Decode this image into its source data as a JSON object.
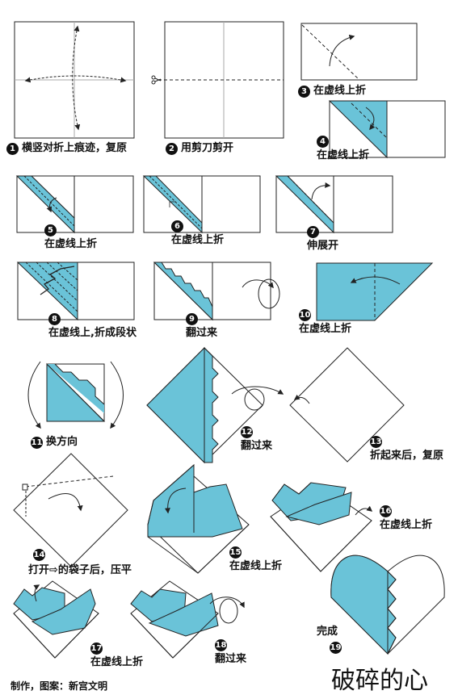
{
  "colors": {
    "paper_blue": "#6ac3d8",
    "line": "#222222",
    "background": "#ffffff"
  },
  "steps": [
    {
      "num": "1",
      "label": "横竖对折上痕迹，复原"
    },
    {
      "num": "2",
      "label": "用剪刀剪开"
    },
    {
      "num": "3",
      "label": "在虚线上折"
    },
    {
      "num": "4",
      "label": "在虚线上折"
    },
    {
      "num": "5",
      "label": "在虚线上折"
    },
    {
      "num": "6",
      "label": "在虚线上折"
    },
    {
      "num": "7",
      "label": "伸展开"
    },
    {
      "num": "8",
      "label": "在虚线上,折成段状"
    },
    {
      "num": "9",
      "label": "翻过来"
    },
    {
      "num": "10",
      "label": "在虚线上折"
    },
    {
      "num": "11",
      "label": "换方向"
    },
    {
      "num": "12",
      "label": "翻过来"
    },
    {
      "num": "13",
      "label": "折起来后，复原"
    },
    {
      "num": "14",
      "label": "打开⇨的袋子后，压平"
    },
    {
      "num": "15",
      "label": "在虚线上折"
    },
    {
      "num": "16",
      "label": "在虚线上折"
    },
    {
      "num": "17",
      "label": "在虚线上折"
    },
    {
      "num": "18",
      "label": "翻过来"
    },
    {
      "num": "19",
      "label": "完成"
    }
  ],
  "credit": "制作，图案：新宫文明",
  "title": "破碎的心"
}
